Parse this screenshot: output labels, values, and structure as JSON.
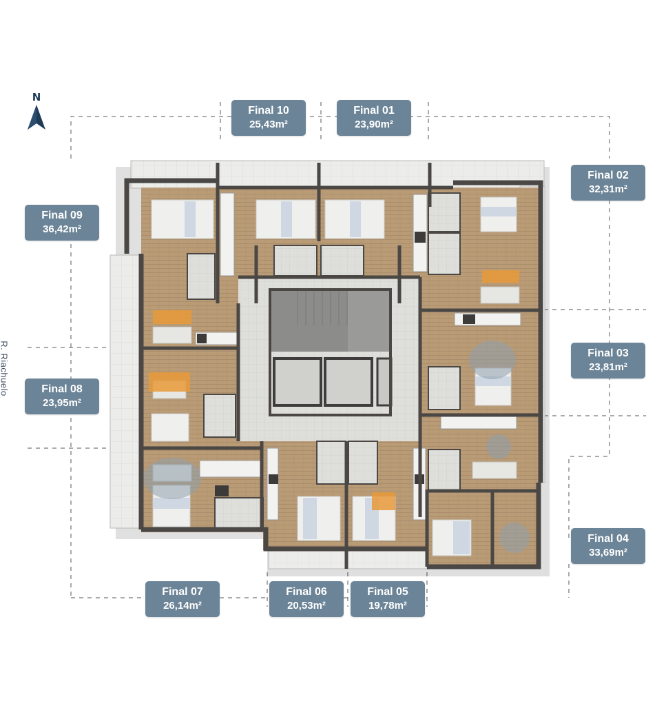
{
  "compass": {
    "label": "N",
    "icon": "north-arrow-icon"
  },
  "street": {
    "name": "R. Riachuelo"
  },
  "units": [
    {
      "id": "final-10",
      "name": "Final 10",
      "area": "25,43m²"
    },
    {
      "id": "final-01",
      "name": "Final 01",
      "area": "23,90m²"
    },
    {
      "id": "final-02",
      "name": "Final 02",
      "area": "32,31m²"
    },
    {
      "id": "final-09",
      "name": "Final 09",
      "area": "36,42m²"
    },
    {
      "id": "final-03",
      "name": "Final 03",
      "area": "23,81m²"
    },
    {
      "id": "final-08",
      "name": "Final 08",
      "area": "23,95m²"
    },
    {
      "id": "final-04",
      "name": "Final 04",
      "area": "33,69m²"
    },
    {
      "id": "final-07",
      "name": "Final 07",
      "area": "26,14m²"
    },
    {
      "id": "final-06",
      "name": "Final 06",
      "area": "20,53m²"
    },
    {
      "id": "final-05",
      "name": "Final 05",
      "area": "19,78m²"
    }
  ],
  "colors": {
    "label_bg": "#6b8497",
    "label_text": "#ffffff",
    "compass": "#1f3a57",
    "wall": "#4a4744",
    "wood_floor": "#b89a74",
    "tile_floor": "#d9d9d6",
    "stair_core": "#8b8b8b"
  }
}
